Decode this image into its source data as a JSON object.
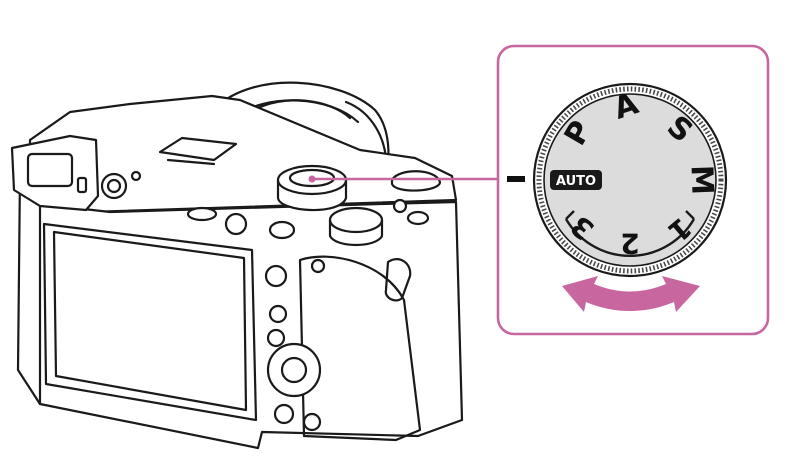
{
  "figure": {
    "accent_color": "#c8669f",
    "line_color": "#1a1a1a",
    "dial_fill": "#dcdcdc"
  },
  "dial": {
    "modes": {
      "auto": "AUTO",
      "p": "P",
      "a": "A",
      "s": "S",
      "m": "M",
      "one": "1",
      "two": "2",
      "three": "3"
    }
  },
  "icons": {
    "rotation_arrow": "double-headed-curved-arrow-icon"
  }
}
